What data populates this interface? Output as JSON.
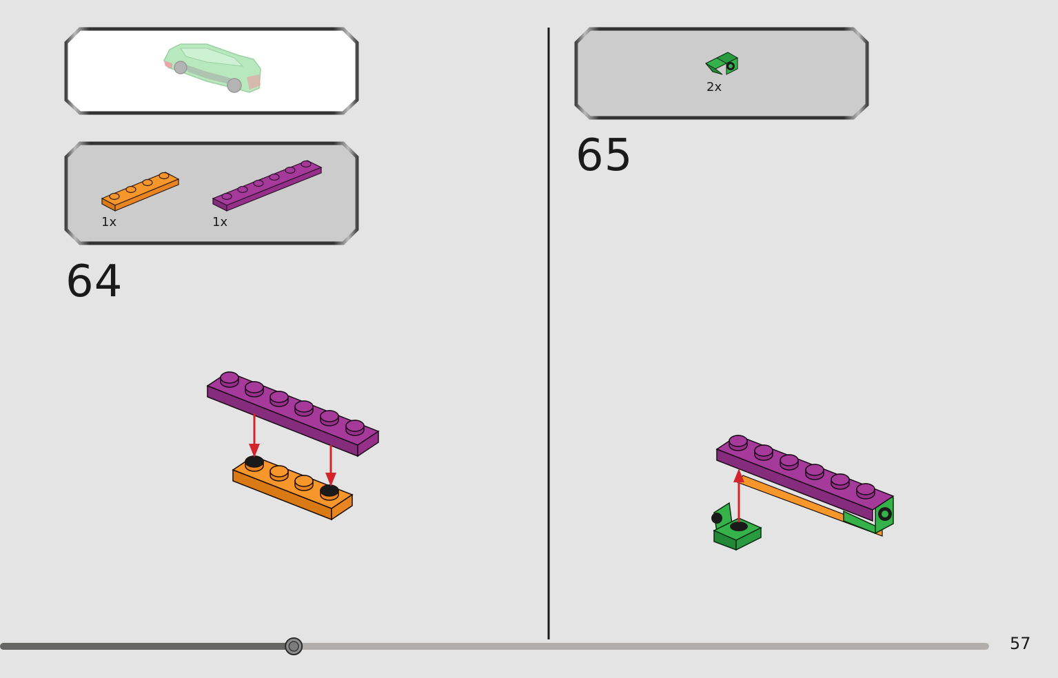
{
  "steps": [
    {
      "number": "64",
      "parts": [
        {
          "quantity": "1x",
          "part": "orange-plate-1x4"
        },
        {
          "quantity": "1x",
          "part": "purple-plate-1x6"
        }
      ]
    },
    {
      "number": "65",
      "parts": [
        {
          "quantity": "2x",
          "part": "green-bracket-1x1"
        }
      ]
    }
  ],
  "progress": {
    "fraction": 0.297
  },
  "page": {
    "number": "57"
  },
  "colors": {
    "background": "#e4e4e4",
    "orange": "#f7962b",
    "purple": "#a63a9a",
    "green": "#35b24a",
    "arrow": "#d3232b"
  }
}
